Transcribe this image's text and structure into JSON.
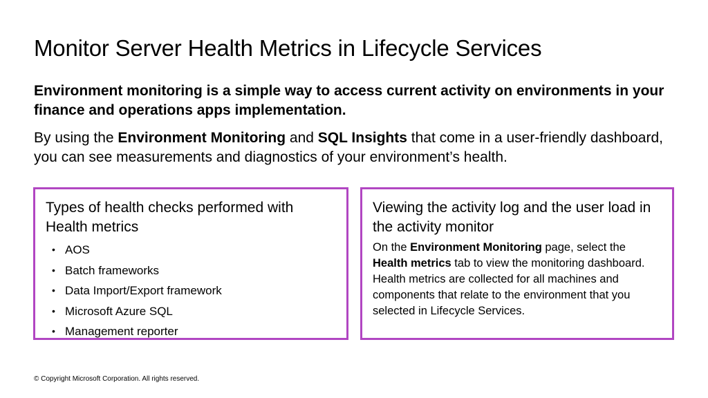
{
  "slide": {
    "title": "Monitor Server Health Metrics in Lifecycle Services",
    "intro_bold": "Environment monitoring is a simple way to access current activity on environments in your finance and operations apps implementation.",
    "intro_body": {
      "part1": "By using the ",
      "bold1": "Environment Monitoring",
      "part2": " and ",
      "bold2": "SQL Insights",
      "part3": " that come in a user-friendly dashboard, you can see measurements and diagnostics of your environment’s health."
    }
  },
  "cards": {
    "left": {
      "title": "Types of health checks performed with Health metrics",
      "items": [
        "AOS",
        "Batch frameworks",
        "Data Import/Export framework",
        "Microsoft Azure SQL",
        "Management reporter"
      ]
    },
    "right": {
      "title": "Viewing the activity log and the user load in the activity monitor",
      "text": {
        "part1": "On the ",
        "bold1": "Environment Monitoring",
        "part2": " page, select the ",
        "bold2": "Health metrics",
        "part3": " tab to view the monitoring dashboard. Health metrics are collected for all machines and components that relate to the environment that you selected in Lifecycle Services."
      }
    }
  },
  "footer": {
    "copyright": "© Copyright Microsoft Corporation. All rights reserved."
  },
  "colors": {
    "card_border": "#b146c2",
    "text": "#000000",
    "background": "#ffffff"
  }
}
